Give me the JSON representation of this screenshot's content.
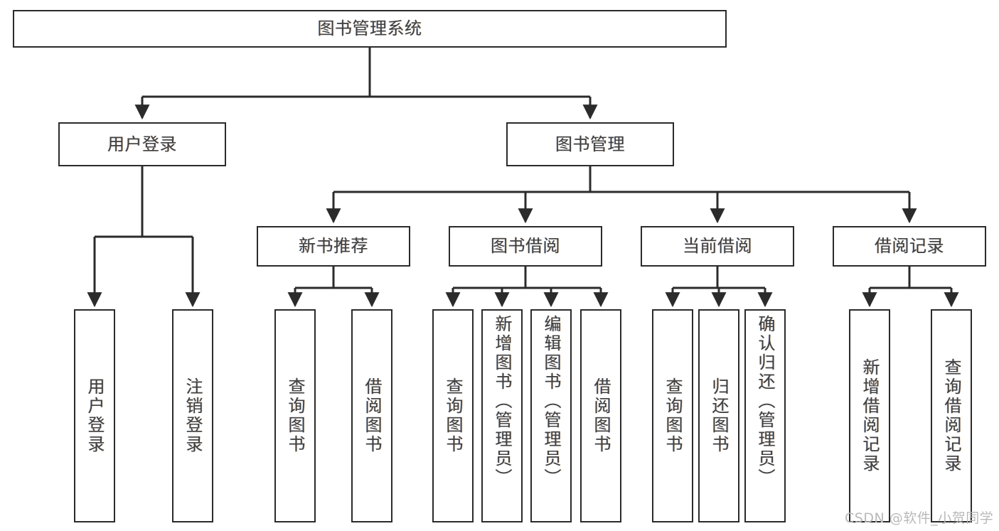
{
  "diagram": {
    "title": "图书管理系统",
    "type": "tree-hierarchy-diagram",
    "watermark": "CSDN @软件_小贺同学",
    "colors": {
      "border": "#2b2b2b",
      "text": "#404040",
      "background": "#ffffff",
      "watermark": "#b9b9b9"
    }
  },
  "nodes": {
    "root": {
      "label": "图书管理系统"
    },
    "level1": [
      {
        "label": "用户登录"
      },
      {
        "label": "图书管理"
      }
    ],
    "level2": [
      {
        "label": "新书推荐"
      },
      {
        "label": "图书借阅"
      },
      {
        "label": "当前借阅"
      },
      {
        "label": "借阅记录"
      }
    ],
    "leaves": {
      "user_login": [
        {
          "label": "用户登录"
        },
        {
          "label": "注销登录"
        }
      ],
      "new_book_recommend": [
        {
          "label": "查询图书"
        },
        {
          "label": "借阅图书"
        }
      ],
      "book_borrow": [
        {
          "label": "查询图书"
        },
        {
          "label": "新增图书（管理员）"
        },
        {
          "label": "编辑图书（管理员）"
        },
        {
          "label": "借阅图书"
        }
      ],
      "current_borrow": [
        {
          "label": "查询图书"
        },
        {
          "label": "归还图书"
        },
        {
          "label": "确认归还（管理员）"
        }
      ],
      "borrow_record": [
        {
          "label": "新增借阅记录"
        },
        {
          "label": "查询借阅记录"
        }
      ]
    }
  }
}
